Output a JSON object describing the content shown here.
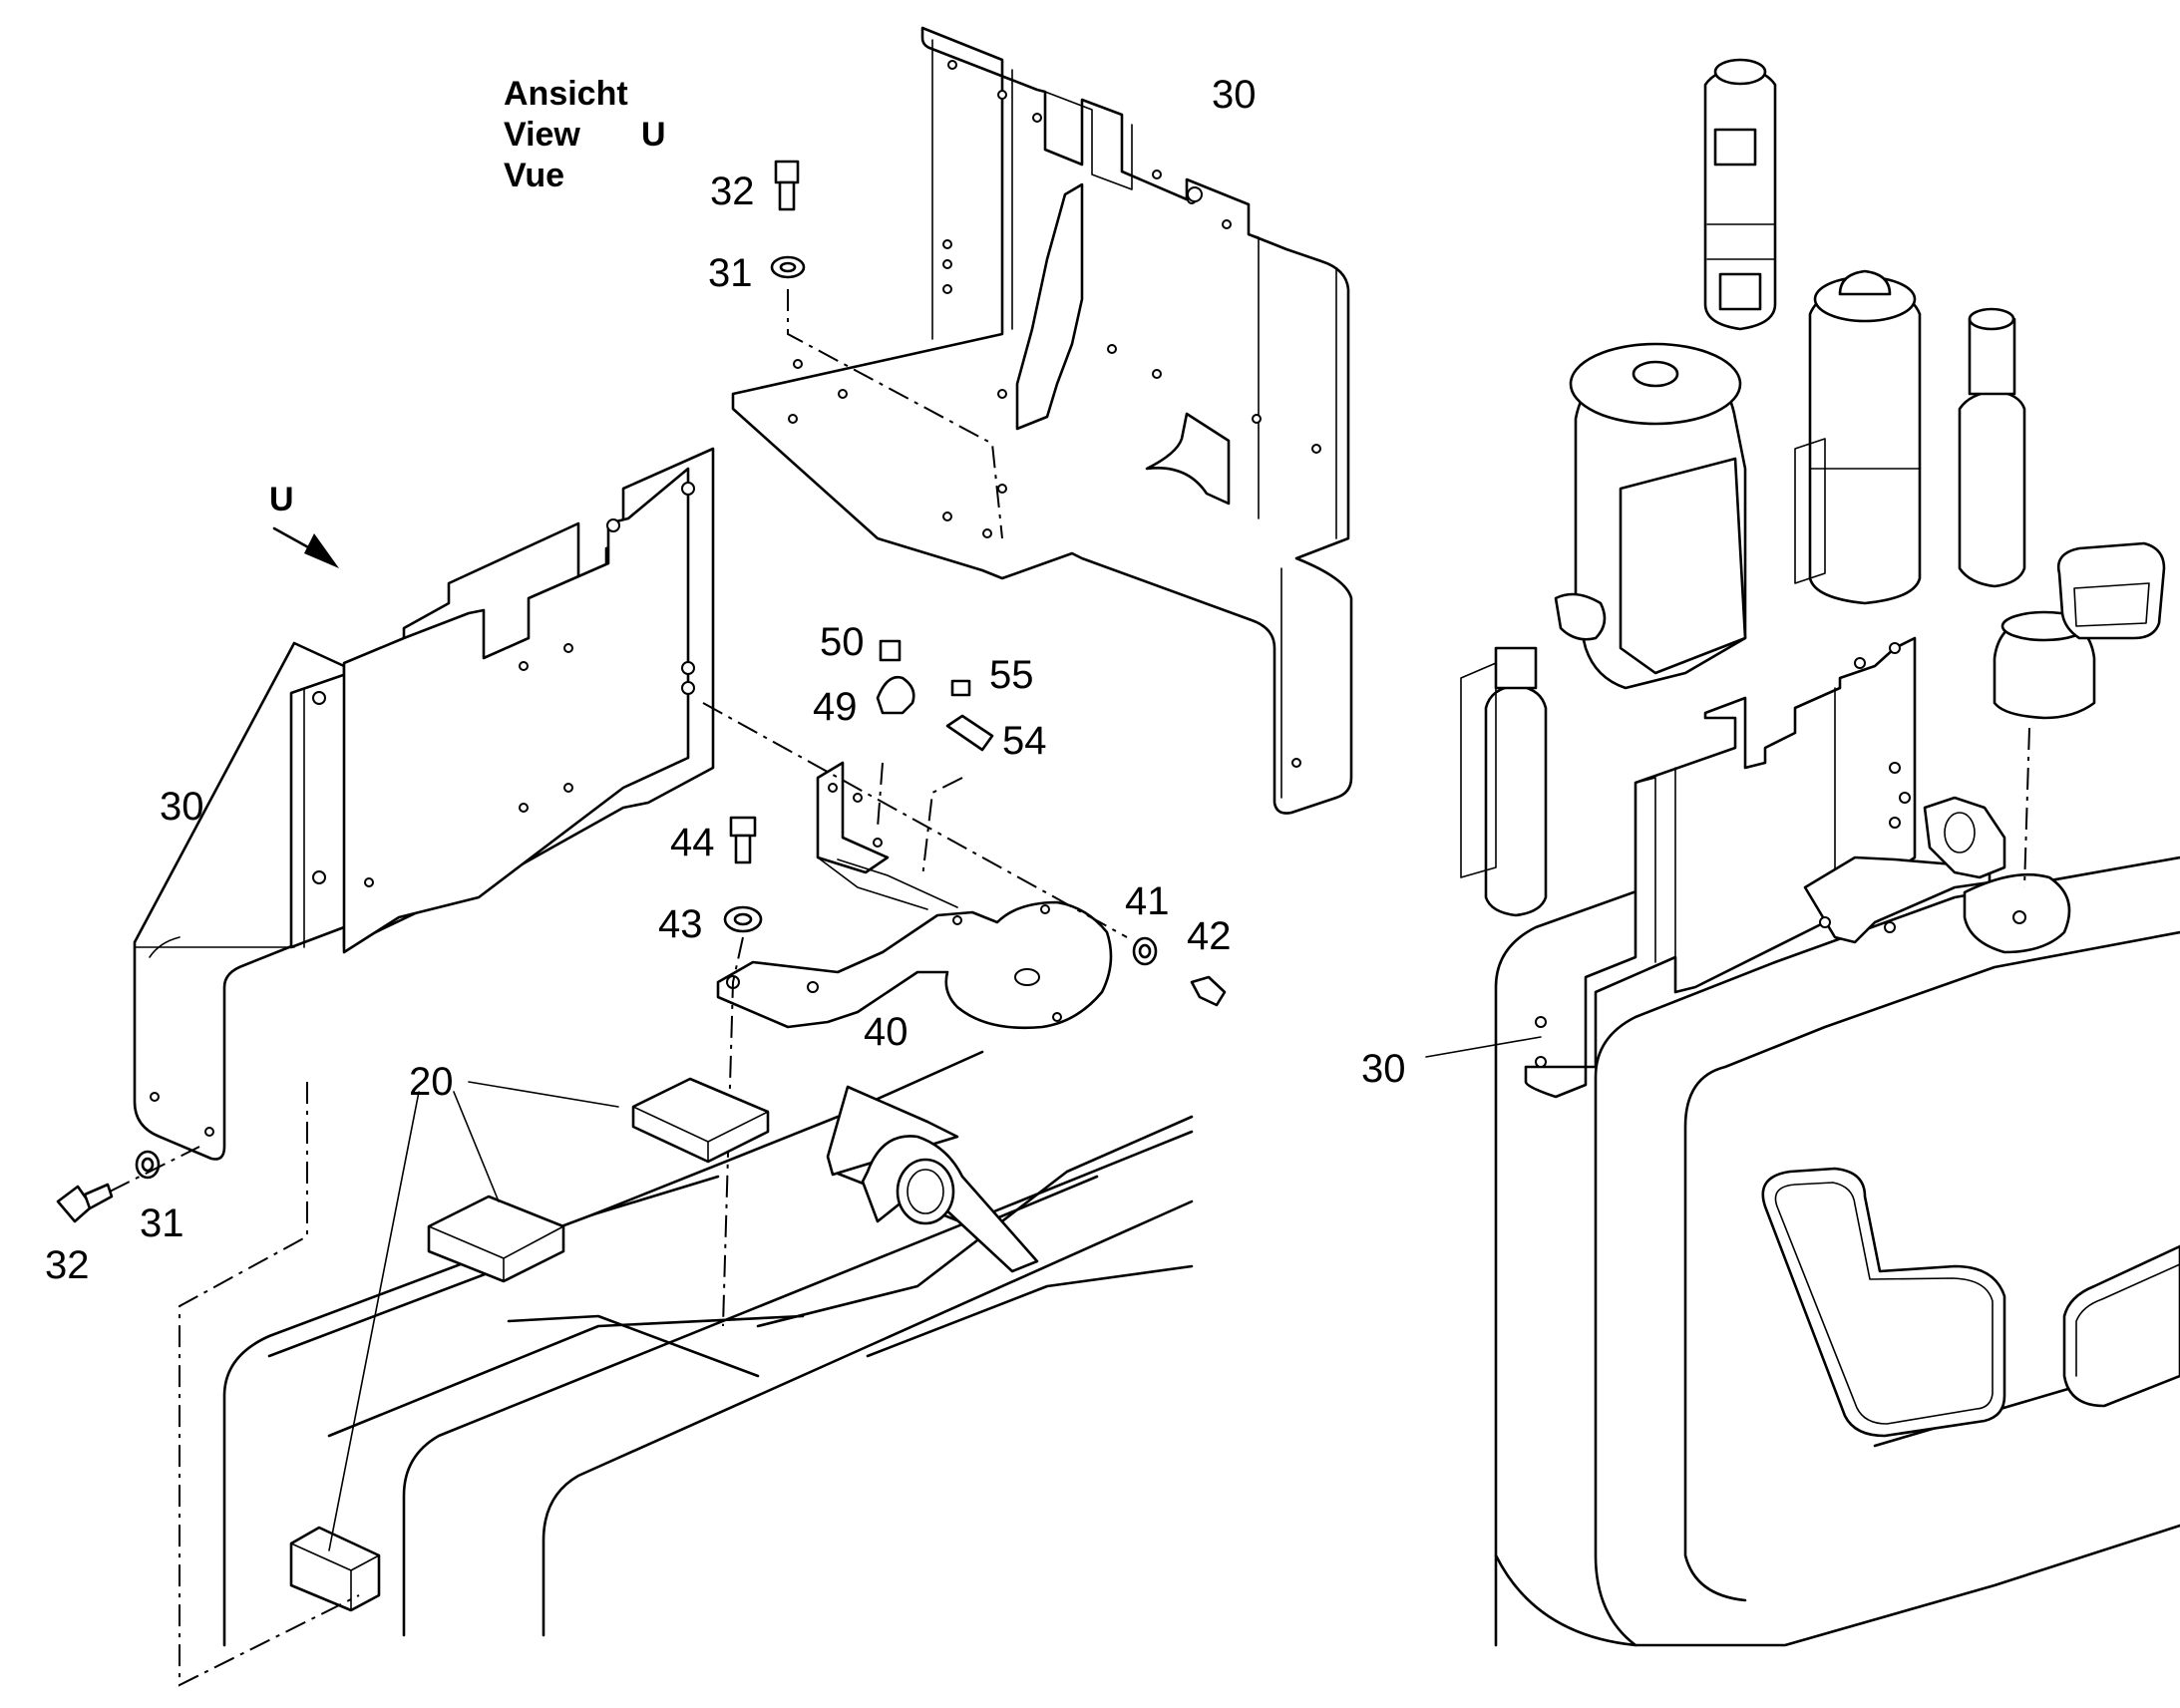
{
  "view_note": {
    "line1": "Ansicht",
    "line2": "View",
    "line3": "Vue",
    "letter": "U",
    "arrow_letter": "U"
  },
  "labels": {
    "p30_top": "30",
    "p32_top": "32",
    "p31_top": "31",
    "p30_left": "30",
    "p50": "50",
    "p55": "55",
    "p49": "49",
    "p54": "54",
    "p44": "44",
    "p43": "43",
    "p41": "41",
    "p42": "42",
    "p40": "40",
    "p20": "20",
    "p31_bottom": "31",
    "p32_bottom": "32",
    "p30_right": "30"
  }
}
